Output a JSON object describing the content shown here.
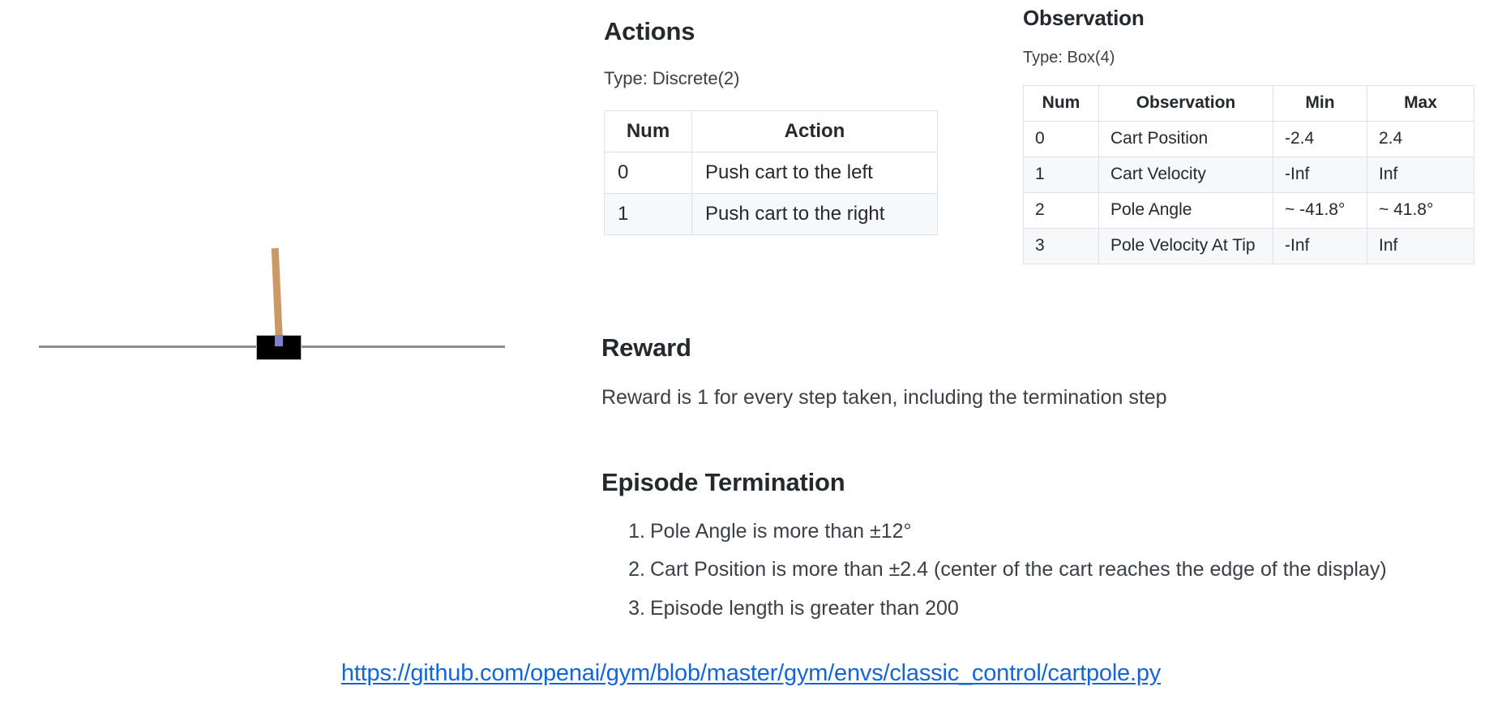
{
  "figure": {
    "name": "cartpole-render",
    "description": "CartPole environment render: black cart on a gray track with a tan pole balanced on a purple axle",
    "colors": {
      "cart": "#000000",
      "pole": "#cc9966",
      "axle": "#8080c8",
      "track": "#8e8e8e"
    }
  },
  "actions": {
    "title": "Actions",
    "type_line": "Type: Discrete(2)",
    "table": {
      "headers": [
        "Num",
        "Action"
      ],
      "rows": [
        [
          "0",
          "Push cart to the left"
        ],
        [
          "1",
          "Push cart to the right"
        ]
      ]
    }
  },
  "observation": {
    "title": "Observation",
    "type_line": "Type: Box(4)",
    "table": {
      "headers": [
        "Num",
        "Observation",
        "Min",
        "Max"
      ],
      "rows": [
        [
          "0",
          "Cart Position",
          "-2.4",
          "2.4"
        ],
        [
          "1",
          "Cart Velocity",
          "-Inf",
          "Inf"
        ],
        [
          "2",
          "Pole Angle",
          "~ -41.8°",
          "~ 41.8°"
        ],
        [
          "3",
          "Pole Velocity At Tip",
          "-Inf",
          "Inf"
        ]
      ]
    }
  },
  "reward": {
    "title": "Reward",
    "text": "Reward is 1 for every step taken, including the termination step"
  },
  "termination": {
    "title": "Episode Termination",
    "items": [
      "Pole Angle is more than ±12°",
      "Cart Position is more than ±2.4 (center of the cart reaches the edge of the display)",
      "Episode length is greater than 200"
    ]
  },
  "source": {
    "link_text": "https://github.com/openai/gym/blob/master/gym/envs/classic_control/cartpole.py",
    "link_color": "#1565d8"
  }
}
